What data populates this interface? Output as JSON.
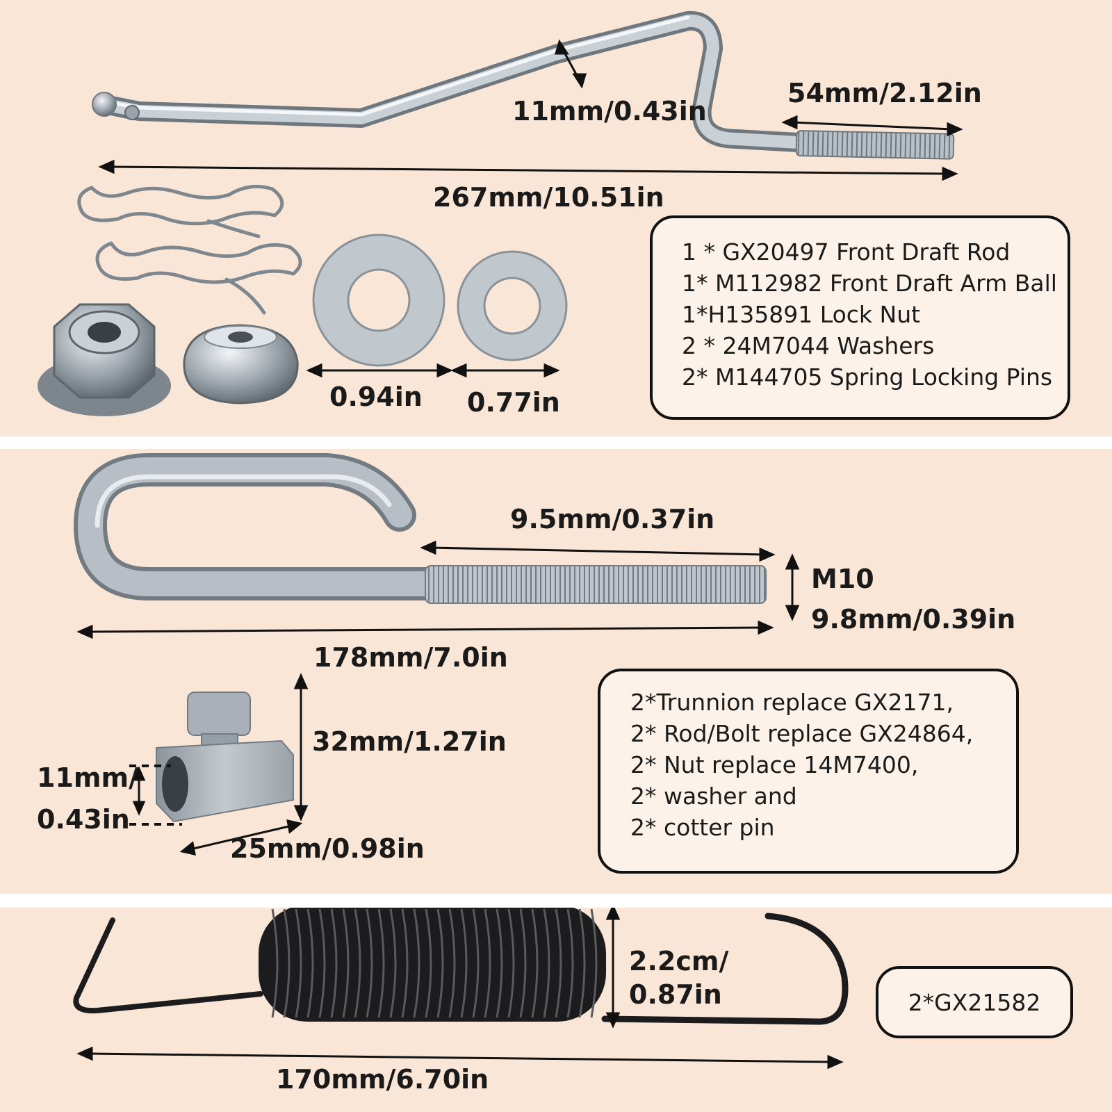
{
  "panel1": {
    "dim_rod_diameter": "11mm/0.43in",
    "dim_thread_length": "54mm/2.12in",
    "dim_rod_length": "267mm/10.51in",
    "dim_washer_large": "0.94in",
    "dim_washer_small": "0.77in",
    "parts": [
      "1 * GX20497 Front Draft Rod",
      "1* M112982 Front Draft Arm Ball",
      "1*H135891 Lock Nut",
      "2 * 24M7044 Washers",
      "2* M144705 Spring Locking Pins"
    ]
  },
  "panel2": {
    "dim_thread_length": "9.5mm/0.37in",
    "thread_size": "M10",
    "dim_thread_diameter": "9.8mm/0.39in",
    "dim_rod_length": "178mm/7.0in",
    "dim_trunnion_height": "32mm/1.27in",
    "dim_hole_a": "11mm/",
    "dim_hole_b": "0.43in",
    "dim_trunnion_width": "25mm/0.98in",
    "parts": [
      "2*Trunnion replace GX2171,",
      "2* Rod/Bolt replace GX24864,",
      "2* Nut replace 14M7400,",
      "2* washer and",
      "2* cotter pin"
    ]
  },
  "panel3": {
    "dim_coil_a": "2.2cm/",
    "dim_coil_b": "0.87in",
    "dim_spring_length": "170mm/6.70in",
    "part": "2*GX21582"
  },
  "colors": {
    "panel_bg": "#fae6d6",
    "metal": "#aeb6be",
    "spring": "#1c1c1e"
  }
}
